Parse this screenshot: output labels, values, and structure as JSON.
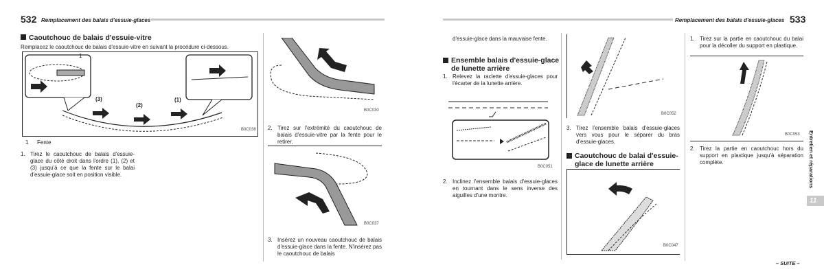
{
  "left_page": {
    "page_number": "532",
    "running_title": "Remplacement des balais d'essuie-glaces",
    "section_title": "Caoutchouc de balais d'essuie-vitre",
    "intro": "Remplacez le caoutchouc de balais d'essuie-vitre en suivant la procédure ci-dessous.",
    "figure1": {
      "callout": "1",
      "order_labels": [
        "(3)",
        "(2)",
        "(1)"
      ],
      "code": "B0C038"
    },
    "legend": {
      "number": "1",
      "label": "Fente"
    },
    "steps": [
      {
        "n": "1.",
        "text": "Tirez le caoutchouc de balais d'essuie-glace du côté droit dans l'ordre (1), (2) et (3) jusqu'à ce que la fente sur le balai d'essuie-glace soit en position visible."
      },
      {
        "n": "2.",
        "text": "Tirez sur l'extrémité du caoutchouc de balais d'essuie-vitre par la fente pour le retirer."
      },
      {
        "n": "3.",
        "text": "Insérez un nouveau caoutchouc de balais d'essuie-glace dans la fente. N'insérez pas le caoutchouc de balais"
      }
    ],
    "figure2_code": "B0C030",
    "figure3_code": "B0C037"
  },
  "right_page": {
    "page_number": "533",
    "running_title": "Remplacement des balais d'essuie-glaces",
    "continued_text": "d'essuie-glace dans la mauvaise fente.",
    "section1_title": "Ensemble balais d'essuie-glace de lunette arrière",
    "section1_steps": [
      {
        "n": "1.",
        "text": "Relevez la raclette d'essuie-glaces pour l'écarter de la lunette arrière."
      },
      {
        "n": "2.",
        "text": "Inclinez l'ensemble balais d'essuie-glaces en tournant dans le sens inverse des aiguilles d'une montre."
      },
      {
        "n": "3.",
        "text": "Tirez l'ensemble balais d'essuie-glaces vers vous pour le séparer du bras d'essuie-glaces."
      }
    ],
    "figure4_code": "B0C051",
    "figure5_code": "B0C052",
    "section2_title": "Caoutchouc de balai d'essuie-glace de lunette arrière",
    "figure6_code": "B0C047",
    "section2_steps": [
      {
        "n": "1.",
        "text": "Tirez sur la partie en caoutchouc du balai pour la décoller du support en plastique."
      },
      {
        "n": "2.",
        "text": "Tirez la partie en caoutchouc hors du support en plastique jusqu'à séparation complète."
      }
    ],
    "figure7_code": "B0C053",
    "side_tab": {
      "label": "Entretien et réparations",
      "chapter": "11"
    },
    "footer": "– SUITE –"
  }
}
